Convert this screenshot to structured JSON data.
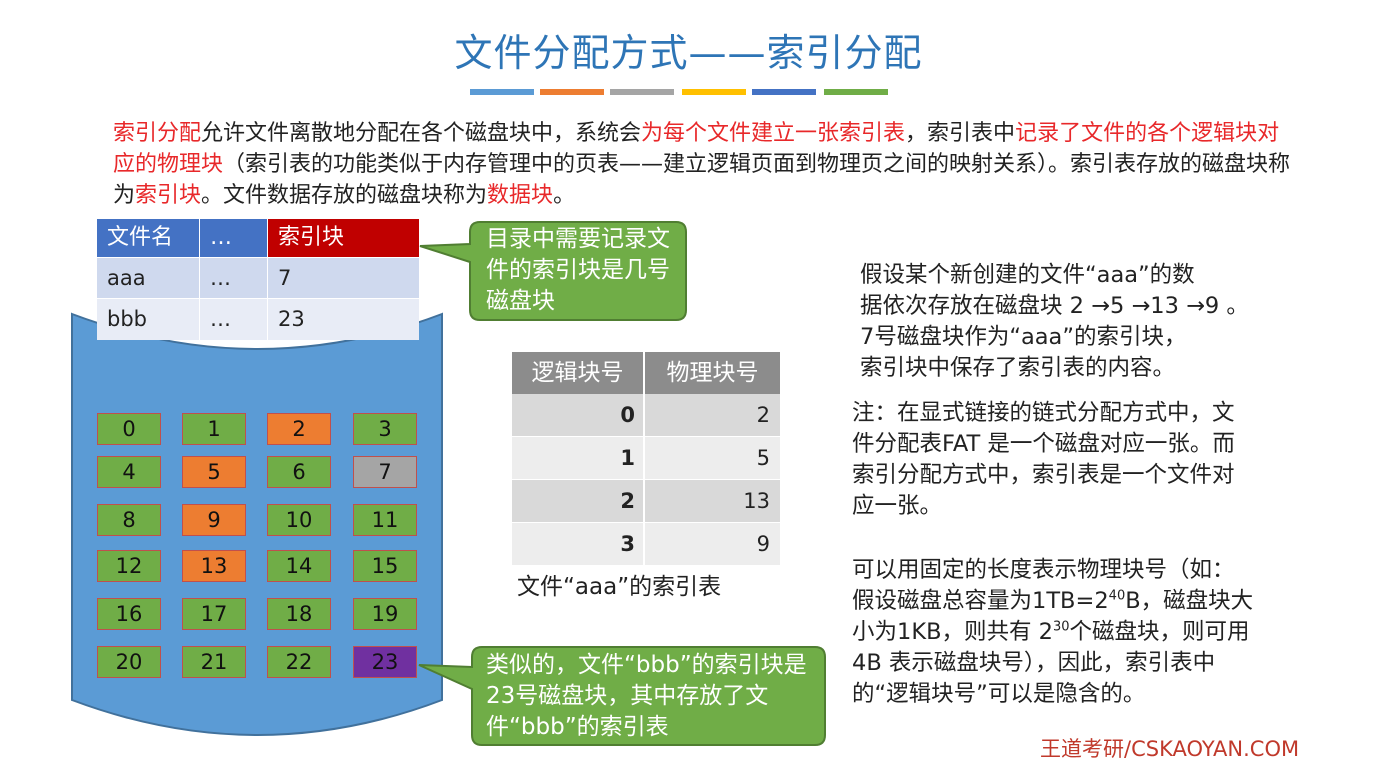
{
  "title": "文件分配方式——索引分配",
  "title_bar_colors": [
    "#5B9BD5",
    "#ED7D31",
    "#A5A5A5",
    "#FFC000",
    "#4472C4",
    "#70AD47"
  ],
  "intro": {
    "s1": "索引分配",
    "s2": "允许文件离散地分配在各个磁盘块中，系统会",
    "s3": "为每个文件建立一张索引表",
    "s4": "，索引表中",
    "s5": "记录了文件的各个逻辑块对应的物理块",
    "s6": "（索引表的功能类似于内存管理中的页表——建立逻辑页面到物理页之间的映射关系）。索引表存放的磁盘块称为",
    "s7": "索引块",
    "s8": "。文件数据存放的磁盘块称为",
    "s9": "数据块",
    "s10": "。"
  },
  "directory": {
    "headers": [
      "文件名",
      "…",
      "索引块"
    ],
    "rows": [
      [
        "aaa",
        "…",
        "7"
      ],
      [
        "bbb",
        "…",
        "23"
      ]
    ]
  },
  "callout_dir": "目录中需要记录文件的索引块是几号磁盘块",
  "callout_bbb": "类似的，文件“bbb”的索引块是23号磁盘块，其中存放了文件“bbb”的索引表",
  "disk_blocks": [
    {
      "n": "0",
      "color": "#70AD47"
    },
    {
      "n": "1",
      "color": "#70AD47"
    },
    {
      "n": "2",
      "color": "#ED7D31"
    },
    {
      "n": "3",
      "color": "#70AD47"
    },
    {
      "n": "4",
      "color": "#70AD47"
    },
    {
      "n": "5",
      "color": "#ED7D31"
    },
    {
      "n": "6",
      "color": "#70AD47"
    },
    {
      "n": "7",
      "color": "#A5A5A5"
    },
    {
      "n": "8",
      "color": "#70AD47"
    },
    {
      "n": "9",
      "color": "#ED7D31"
    },
    {
      "n": "10",
      "color": "#70AD47"
    },
    {
      "n": "11",
      "color": "#70AD47"
    },
    {
      "n": "12",
      "color": "#70AD47"
    },
    {
      "n": "13",
      "color": "#ED7D31"
    },
    {
      "n": "14",
      "color": "#70AD47"
    },
    {
      "n": "15",
      "color": "#70AD47"
    },
    {
      "n": "16",
      "color": "#70AD47"
    },
    {
      "n": "17",
      "color": "#70AD47"
    },
    {
      "n": "18",
      "color": "#70AD47"
    },
    {
      "n": "19",
      "color": "#70AD47"
    },
    {
      "n": "20",
      "color": "#70AD47"
    },
    {
      "n": "21",
      "color": "#70AD47"
    },
    {
      "n": "22",
      "color": "#70AD47"
    },
    {
      "n": "23",
      "color": "#7030A0"
    }
  ],
  "index_table": {
    "headers": [
      "逻辑块号",
      "物理块号"
    ],
    "rows": [
      [
        "0",
        "2"
      ],
      [
        "1",
        "5"
      ],
      [
        "2",
        "13"
      ],
      [
        "3",
        "9"
      ]
    ],
    "caption": "文件“aaa”的索引表"
  },
  "assume": {
    "l1": "假设某个新创建的文件“aaa”的数",
    "l2": "据依次存放在磁盘块 2 →5 →13 →9 。",
    "l3": "7号磁盘块作为“aaa”的索引块，",
    "l4": "索引块中保存了索引表的内容。"
  },
  "note": {
    "l1": "注：在显式链接的链式分配方式中，文",
    "l2": "件分配表FAT 是一个磁盘对应一张。而",
    "l3": "索引分配方式中，索引表是一个文件对",
    "l4": "应一张。"
  },
  "fixed": {
    "l1": "可以用固定的长度表示物理块号（如：",
    "l2a": "假设磁盘总容量为1TB=2",
    "l2sup": "40",
    "l2b": "B，磁盘块大",
    "l3a": "小为1KB，则共有 2",
    "l3sup": "30",
    "l3b": "个磁盘块，则可用",
    "l4": "4B 表示磁盘块号），因此，索引表中",
    "l5": "的“逻辑块号”可以是隐含的。"
  },
  "footer": "王道考研/CSKAOYAN.COM"
}
